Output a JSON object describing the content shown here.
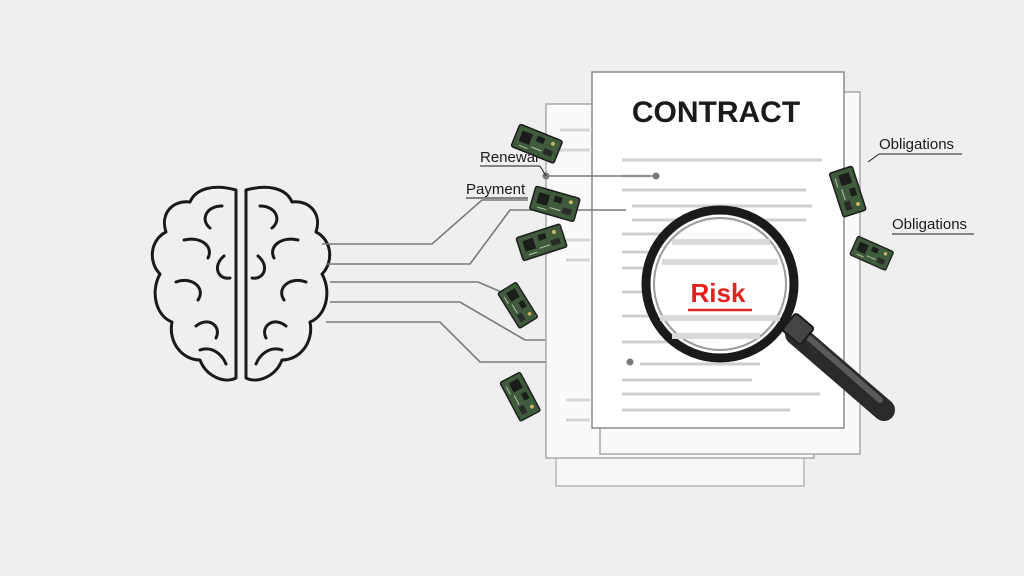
{
  "document": {
    "title": "CONTRACT"
  },
  "magnifier": {
    "highlight_label": "Risk",
    "highlight_color": "#e0231f"
  },
  "labels": {
    "renewal": "Renewal",
    "payment": "Payment",
    "obligations_top": "Obligations",
    "obligations_bottom": "Obligations"
  },
  "icons": {
    "brain": "brain-icon",
    "chip": "circuit-board-icon",
    "magnifier": "magnifying-glass-icon"
  },
  "colors": {
    "background": "#efefef",
    "paper": "#ffffff",
    "ink": "#1a1a1a",
    "connector": "#7a7a7a",
    "text_line": "#cfcfcf",
    "chip_board": "#3f5b3c",
    "chip_part": "#1c1c1c"
  }
}
